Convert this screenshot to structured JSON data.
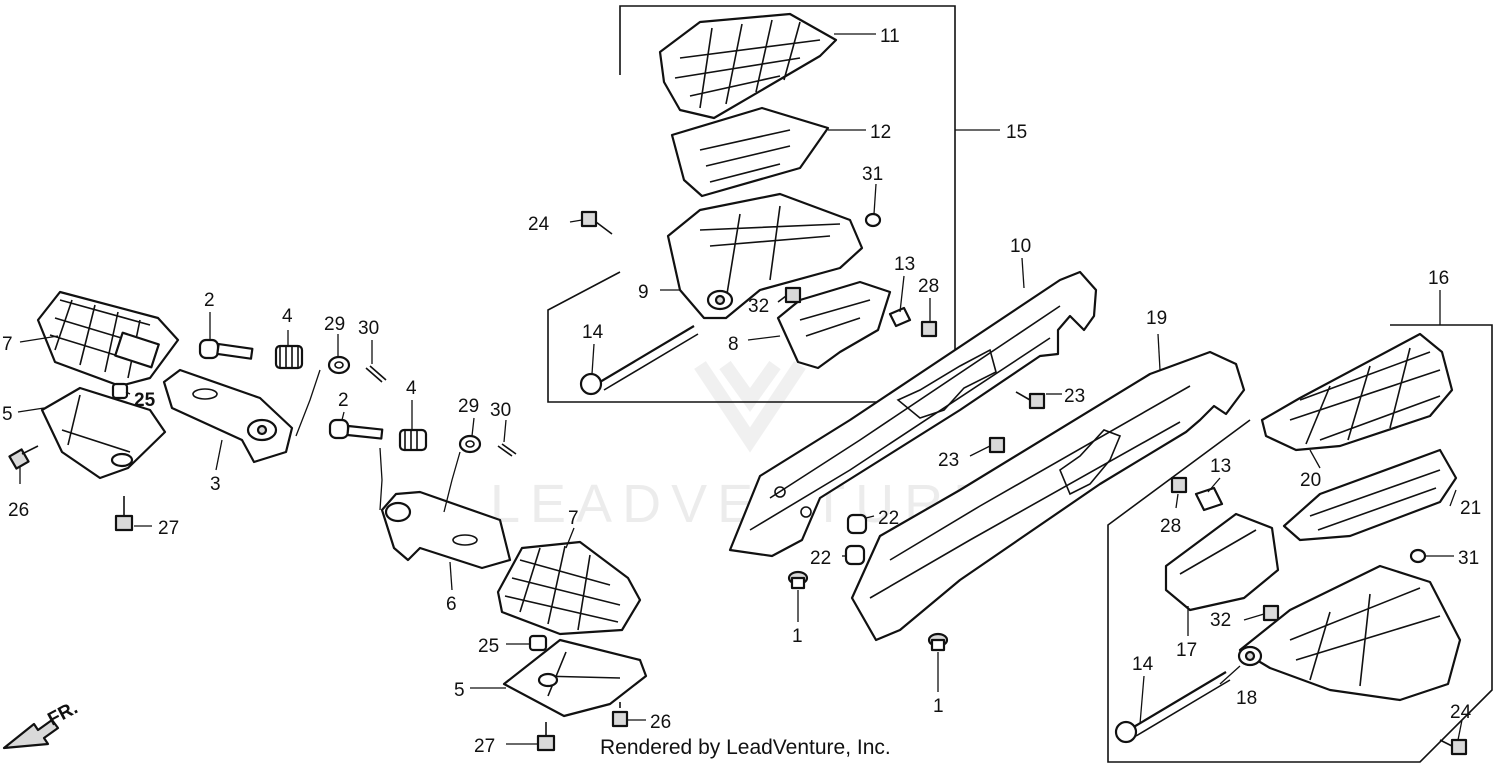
{
  "callouts": {
    "c1a": "1",
    "c1b": "1",
    "c2a": "2",
    "c2b": "2",
    "c3": "3",
    "c4a": "4",
    "c4b": "4",
    "c5a": "5",
    "c5b": "5",
    "c6": "6",
    "c7a": "7",
    "c7b": "7",
    "c8": "8",
    "c9": "9",
    "c10": "10",
    "c11": "11",
    "c12": "12",
    "c13a": "13",
    "c13b": "13",
    "c14a": "14",
    "c14b": "14",
    "c15": "15",
    "c16": "16",
    "c17": "17",
    "c18": "18",
    "c19": "19",
    "c20": "20",
    "c21": "21",
    "c22a": "22",
    "c22b": "22",
    "c23a": "23",
    "c23b": "23",
    "c24a": "24",
    "c24b": "24",
    "c25a": "25",
    "c25b": "25",
    "c26a": "26",
    "c26b": "26",
    "c27a": "27",
    "c27b": "27",
    "c28a": "28",
    "c28b": "28",
    "c29a": "29",
    "c29b": "29",
    "c30a": "30",
    "c30b": "30",
    "c31a": "31",
    "c31b": "31",
    "c32a": "32",
    "c32b": "32"
  },
  "direction_label": "FR.",
  "watermark": "LEADVENTURE",
  "credit": "Rendered by LeadVenture, Inc."
}
